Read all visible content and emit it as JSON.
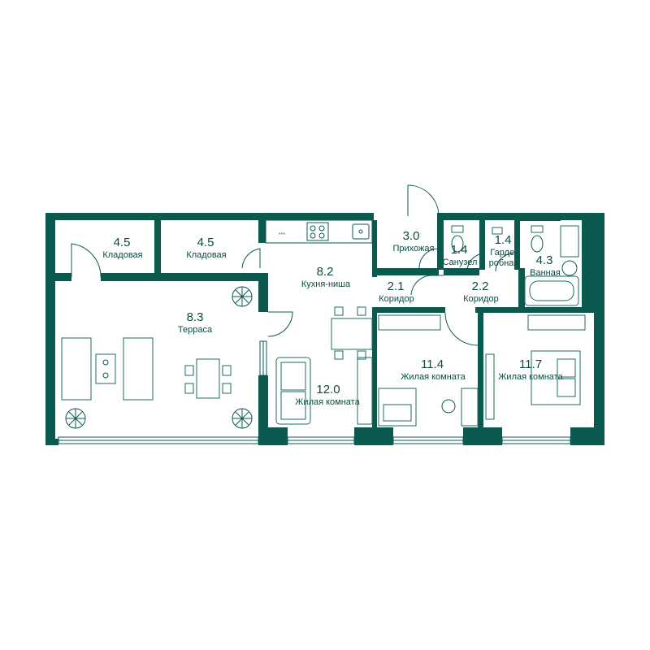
{
  "colors": {
    "wall": "#0a5a50",
    "text": "#0a4a42",
    "background": "#ffffff"
  },
  "rooms": [
    {
      "id": "storage-left",
      "area": "4.5",
      "label": "Кладовая"
    },
    {
      "id": "storage-mid",
      "area": "4.5",
      "label": "Кладовая"
    },
    {
      "id": "terrace",
      "area": "8.3",
      "label": "Терраса"
    },
    {
      "id": "kitchen-niche",
      "area": "8.2",
      "label": "Кухня-ниша"
    },
    {
      "id": "hallway",
      "area": "3.0",
      "label": "Прихожая"
    },
    {
      "id": "wc",
      "area": "1.4",
      "label": "Санузел"
    },
    {
      "id": "wardrobe",
      "area": "1.4",
      "label": "Гарде-\nробная"
    },
    {
      "id": "bathroom",
      "area": "4.3",
      "label": "Ванная"
    },
    {
      "id": "corridor-1",
      "area": "2.1",
      "label": "Коридор"
    },
    {
      "id": "corridor-2",
      "area": "2.2",
      "label": "Коридор"
    },
    {
      "id": "living-1",
      "area": "12.0",
      "label": "Жилая комната"
    },
    {
      "id": "living-2",
      "area": "11.4",
      "label": "Жилая комната"
    },
    {
      "id": "living-3",
      "area": "11.7",
      "label": "Жилая комната"
    }
  ],
  "icons": [
    "door-swing-icon",
    "stove-icon",
    "sink-icon",
    "toilet-icon",
    "bathtub-icon",
    "washing-machine-icon",
    "sofa-icon",
    "bed-icon",
    "dining-table-icon",
    "plant-icon",
    "desk-icon",
    "wardrobe-icon"
  ]
}
